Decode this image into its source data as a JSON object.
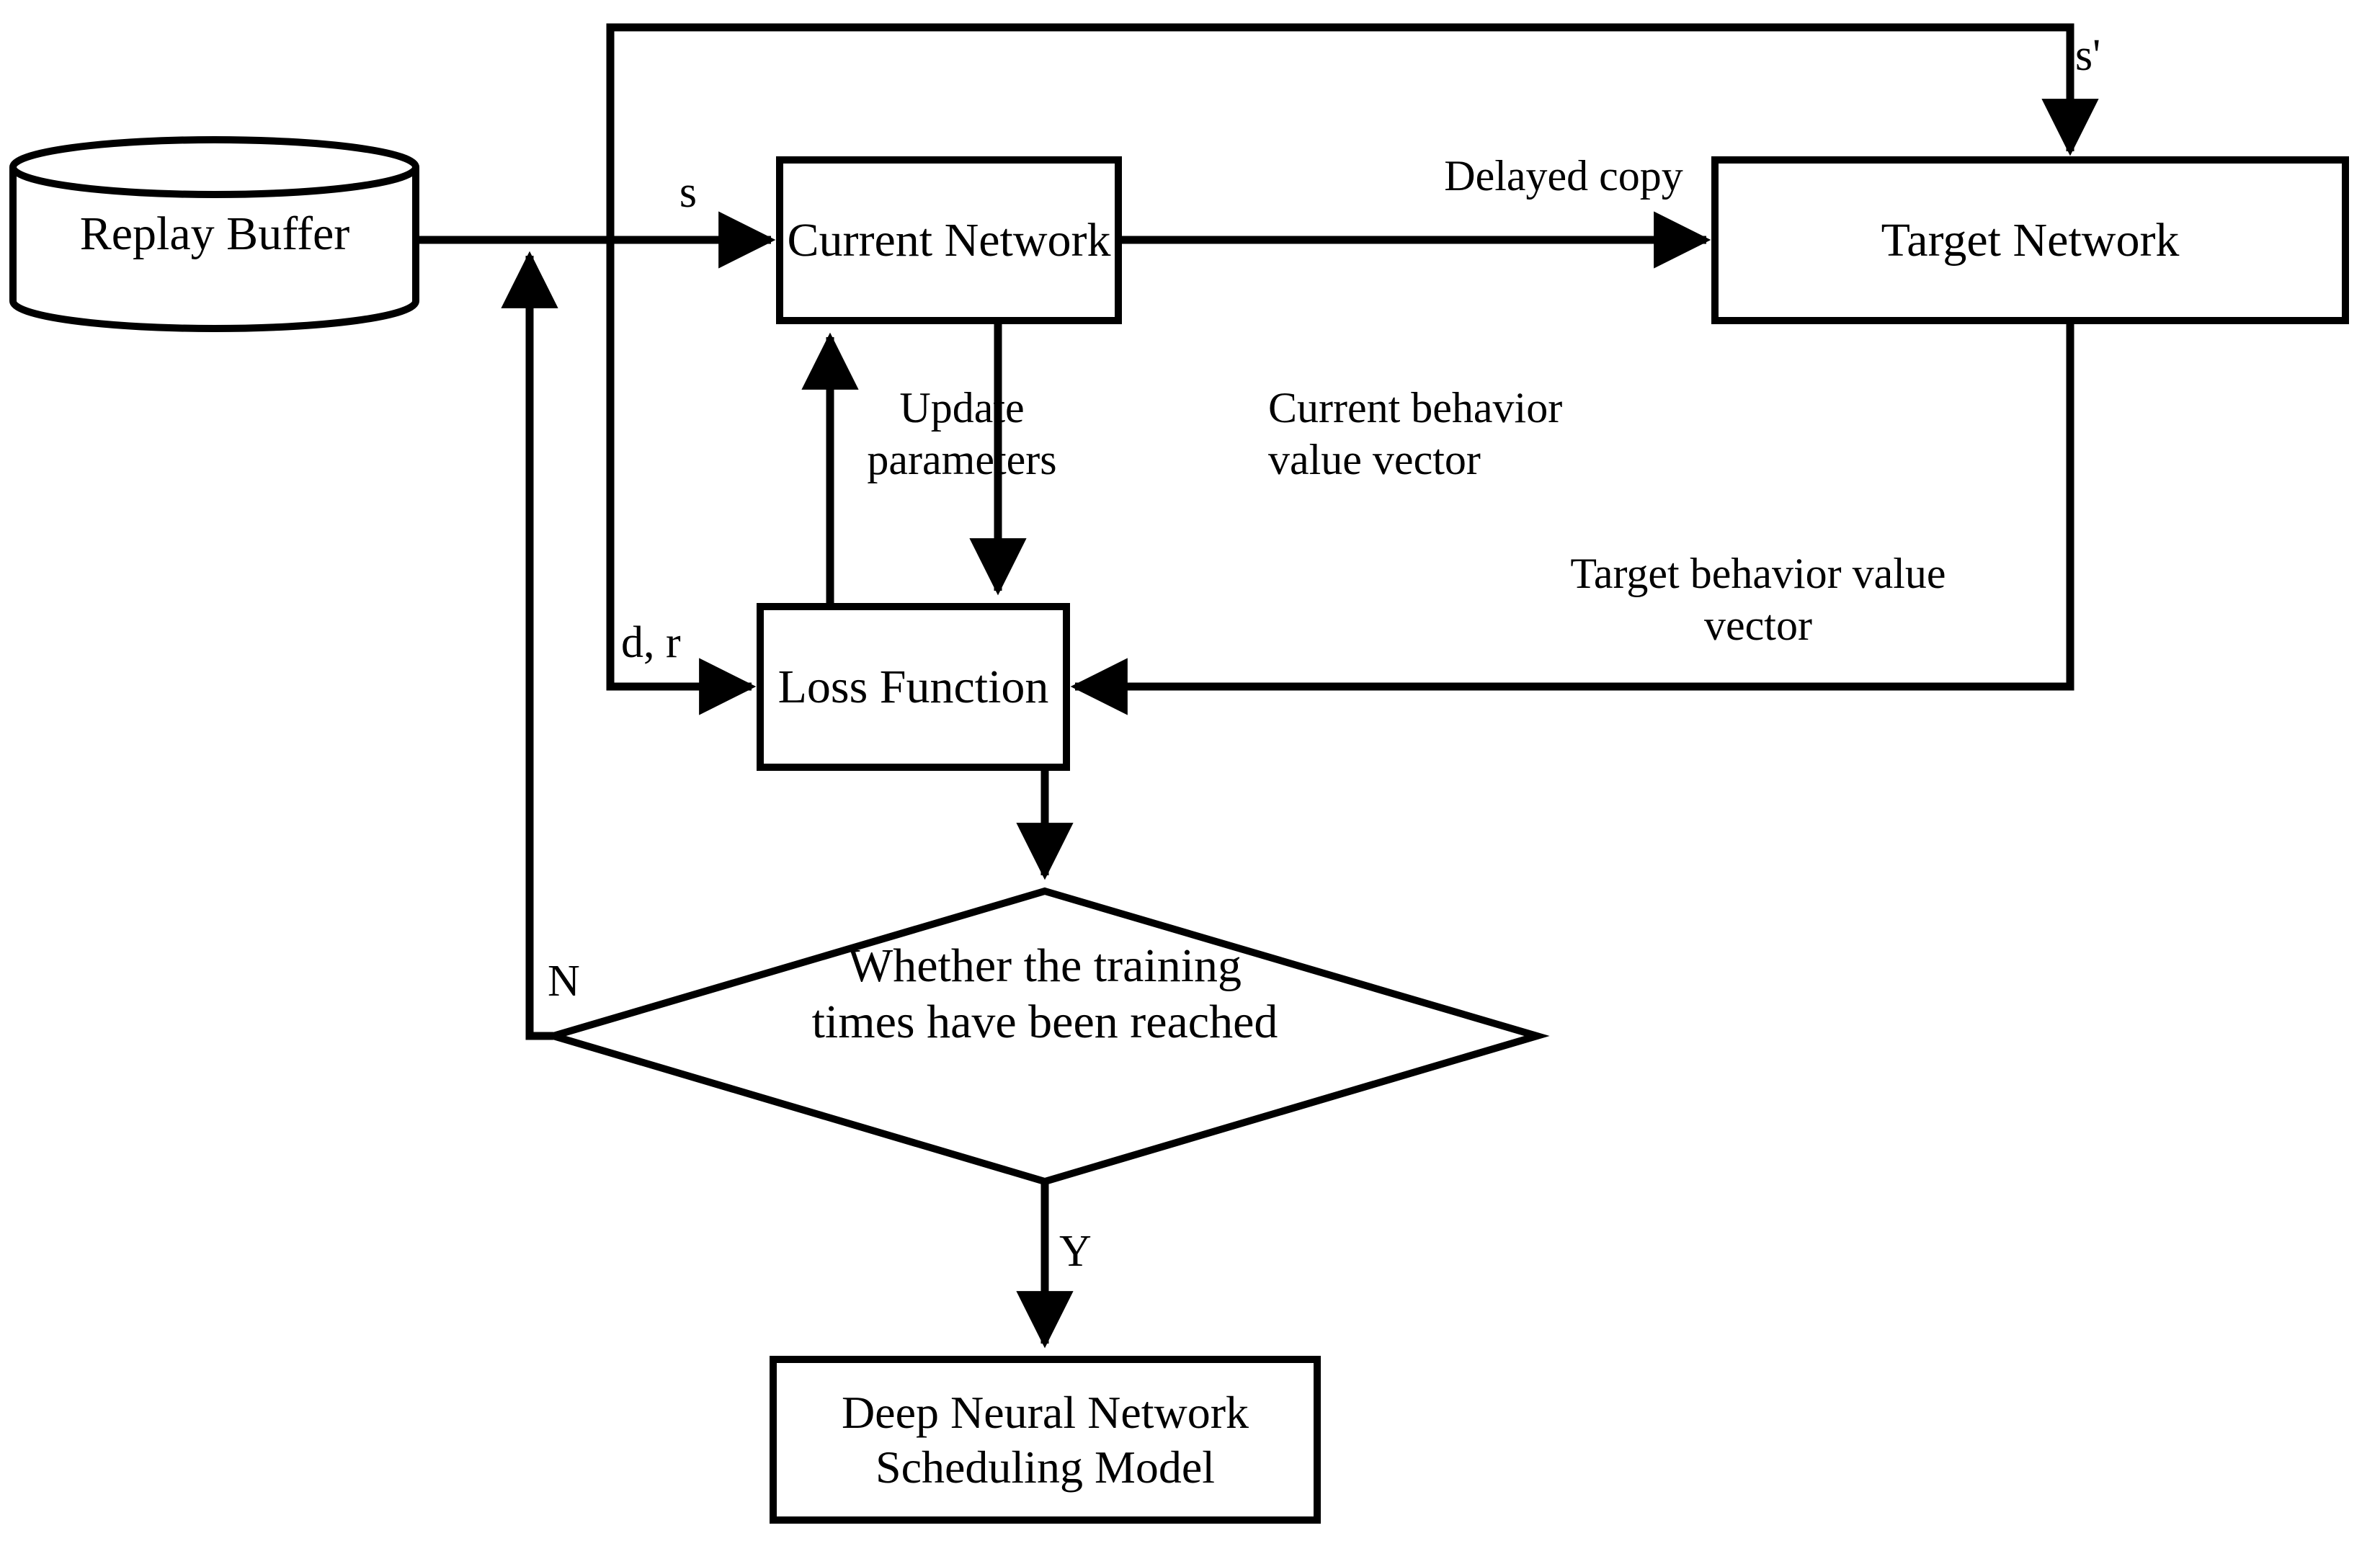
{
  "diagram": {
    "title": "Deep reinforcement learning training flow",
    "stroke_color": "#000000",
    "background_color": "#ffffff",
    "nodes": {
      "replay_buffer": {
        "label": "Replay Buffer",
        "shape": "cylinder"
      },
      "current_network": {
        "label": "Current Network",
        "shape": "rectangle"
      },
      "target_network": {
        "label": "Target Network",
        "shape": "rectangle"
      },
      "loss_function": {
        "label": "Loss Function",
        "shape": "rectangle"
      },
      "decision": {
        "label": "Whether the training\ntimes have been reached",
        "shape": "diamond"
      },
      "output_model": {
        "label": "Deep Neural Network\nScheduling Model",
        "shape": "rectangle"
      }
    },
    "edge_labels": {
      "state": "s",
      "next_state": "s'",
      "delayed_copy": "Delayed copy",
      "done_reward": "d, r",
      "update_parameters": "Update\nparameters",
      "current_behavior_value_vector": "Current behavior\nvalue vector",
      "target_behavior_value_vector": "Target behavior value\nvector",
      "decision_no": "N",
      "decision_yes": "Y"
    }
  }
}
